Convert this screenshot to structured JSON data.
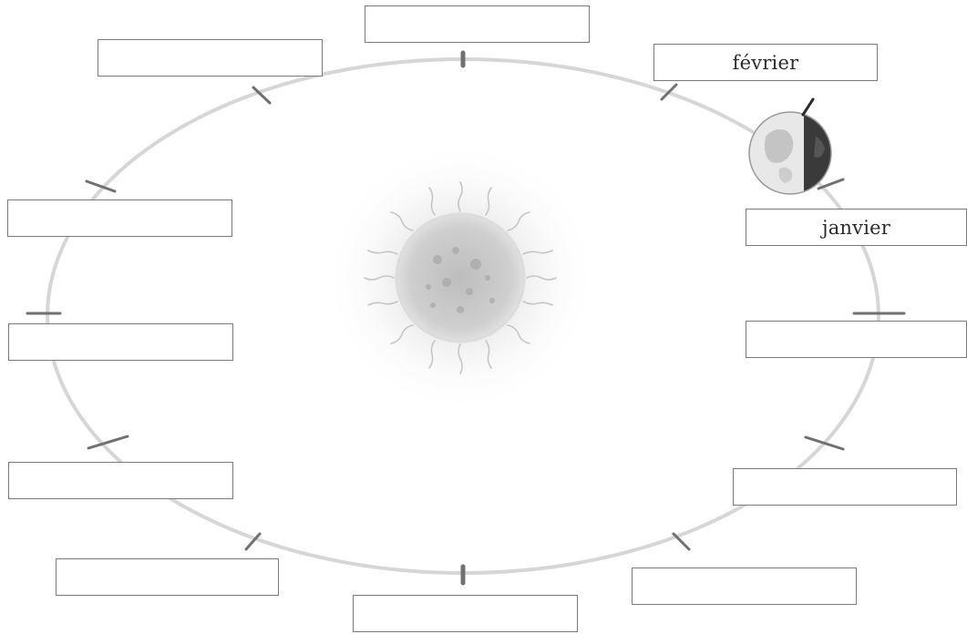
{
  "colors": {
    "orbit": "#d6d6d6",
    "tick": "#707070",
    "box_border": "#7a7a7a",
    "text": "#2b2b2b",
    "sun_glow": "#e3e3e3",
    "sun_core": "#c9c9c9",
    "earth_day": "#e8e8e8",
    "earth_night": "#3a3a3a"
  },
  "icons": {
    "sun": "sun-icon",
    "earth": "earth-globe-icon"
  },
  "boxes": [
    {
      "id": "top",
      "text": ""
    },
    {
      "id": "upper-right",
      "text": "février"
    },
    {
      "id": "right-upper",
      "text": "janvier"
    },
    {
      "id": "right-middle",
      "text": ""
    },
    {
      "id": "right-lower",
      "text": ""
    },
    {
      "id": "lower-right",
      "text": ""
    },
    {
      "id": "bottom",
      "text": ""
    },
    {
      "id": "lower-left",
      "text": ""
    },
    {
      "id": "left-lower",
      "text": ""
    },
    {
      "id": "left-middle",
      "text": ""
    },
    {
      "id": "left-upper",
      "text": ""
    },
    {
      "id": "upper-left",
      "text": ""
    }
  ]
}
